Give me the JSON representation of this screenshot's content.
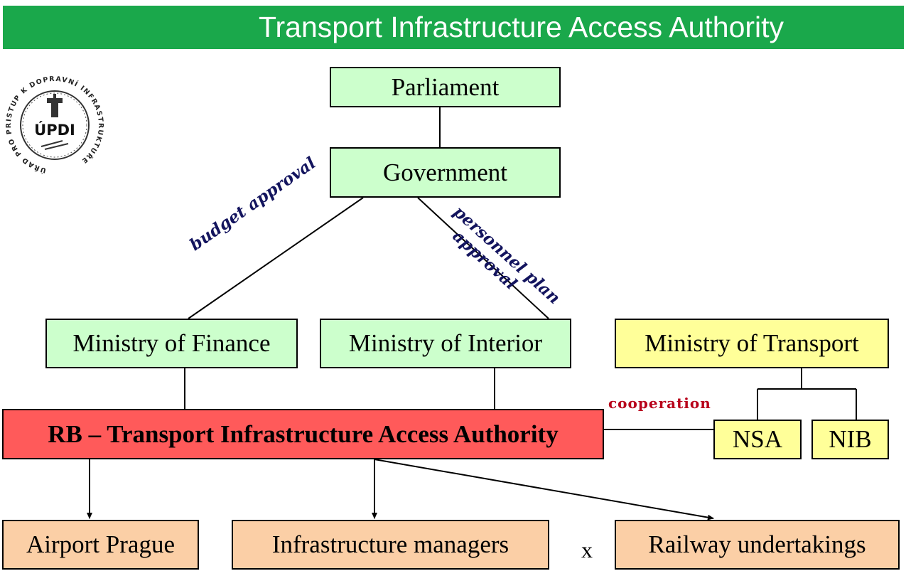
{
  "header": {
    "title": "Transport Infrastructure Access Authority"
  },
  "logo": {
    "acronym": "ÚPDI",
    "ring_text": "ÚŘAD PRO PŘÍSTUP K DOPRAVNÍ INFRASTRUKTUŘE"
  },
  "nodes": {
    "parliament": "Parliament",
    "government": "Government",
    "finance": "Ministry of Finance",
    "interior": "Ministry of Interior",
    "transport": "Ministry of Transport",
    "rb": "RB – Transport Infrastructure Access Authority",
    "nsa": "NSA",
    "nib": "NIB",
    "airport": "Airport Prague",
    "managers": "Infrastructure managers",
    "railway": "Railway undertakings"
  },
  "edge_labels": {
    "budget": "budget approval",
    "personnel_line1": "personnel plan",
    "personnel_line2": "approval",
    "cooperation": "cooperation"
  },
  "separator": "x",
  "colors": {
    "banner": "#1aa84b",
    "green_box": "#ccffcc",
    "yellow_box": "#ffff99",
    "red_box": "#ff5a5a",
    "orange_box": "#fbcfa6",
    "edge_label_blue": "#13145e",
    "cooperation_red": "#b8001a"
  }
}
